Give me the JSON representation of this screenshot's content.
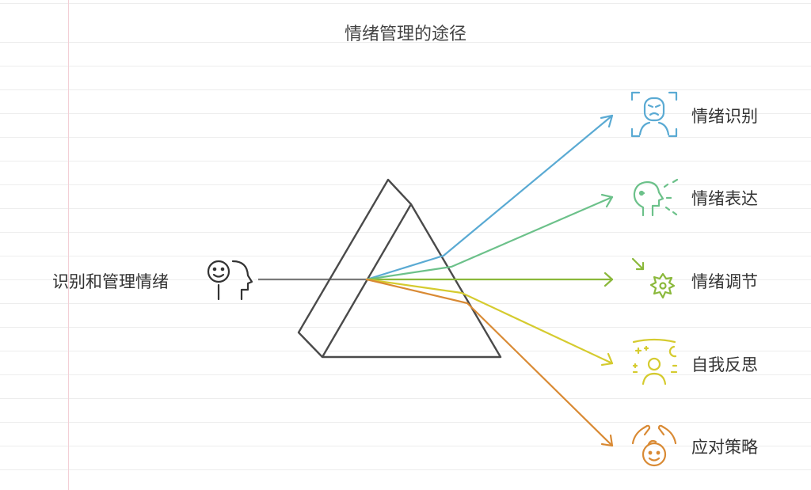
{
  "title": "情绪管理的途径",
  "input": {
    "label": "识别和管理情绪",
    "icon": "thinking-head-icon"
  },
  "outputs": [
    {
      "label": "情绪识别",
      "icon": "face-scan-icon",
      "color": "#5aaad3"
    },
    {
      "label": "情绪表达",
      "icon": "speaking-head-icon",
      "color": "#6cc18a"
    },
    {
      "label": "情绪调节",
      "icon": "calm-burst-icon",
      "color": "#8ab83a"
    },
    {
      "label": "自我反思",
      "icon": "self-reflection-icon",
      "color": "#d5cb2f"
    },
    {
      "label": "应对策略",
      "icon": "supported-head-icon",
      "color": "#d98a34"
    }
  ],
  "colors": {
    "prism": "#4a4a4a",
    "input_beam": "#7a7a7a"
  }
}
